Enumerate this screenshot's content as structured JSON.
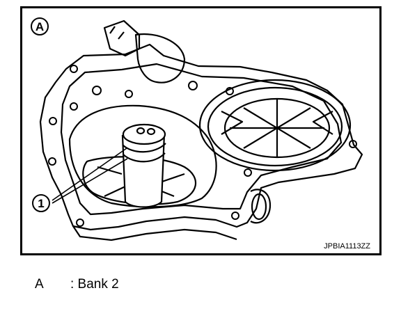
{
  "figure": {
    "view_label": "A",
    "callout": "1",
    "ident": "JPBIA1113ZZ"
  },
  "legend": [
    {
      "key": "A",
      "text": ": Bank 2"
    }
  ]
}
